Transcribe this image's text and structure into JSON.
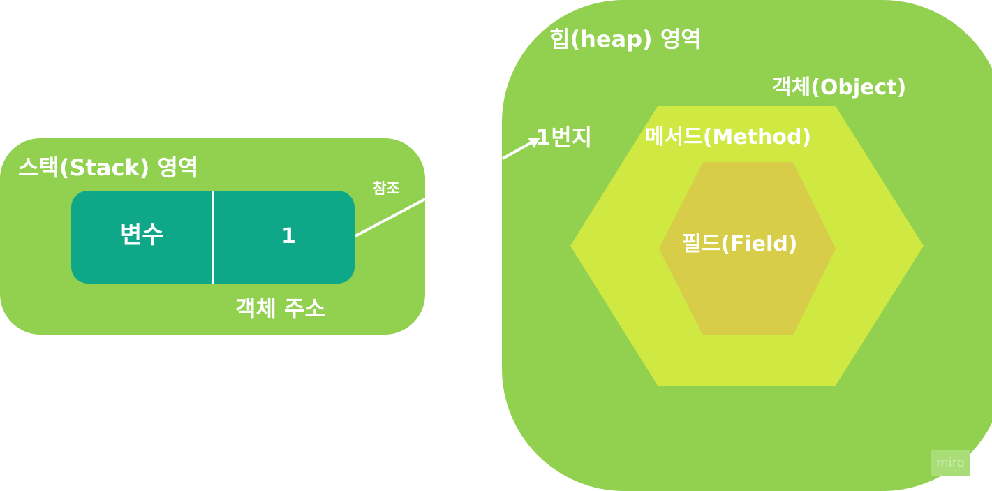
{
  "stack": {
    "title": "스택(Stack) 영역",
    "variable": {
      "name": "변수",
      "value": "1"
    },
    "object_address_label": "객체 주소",
    "reference_label": "참조"
  },
  "heap": {
    "title": "힙(heap) 영역",
    "address_label": "1번지",
    "object_label": "객체(Object)",
    "method_label": "메서드(Method)",
    "field_label": "필드(Field)"
  },
  "watermark": "miro",
  "colors": {
    "region_green": "#91d14f",
    "variable_teal": "#0ea888",
    "method_hexagon": "#cfe842",
    "field_hexagon": "#d7cd48",
    "text_white": "#ffffff"
  }
}
